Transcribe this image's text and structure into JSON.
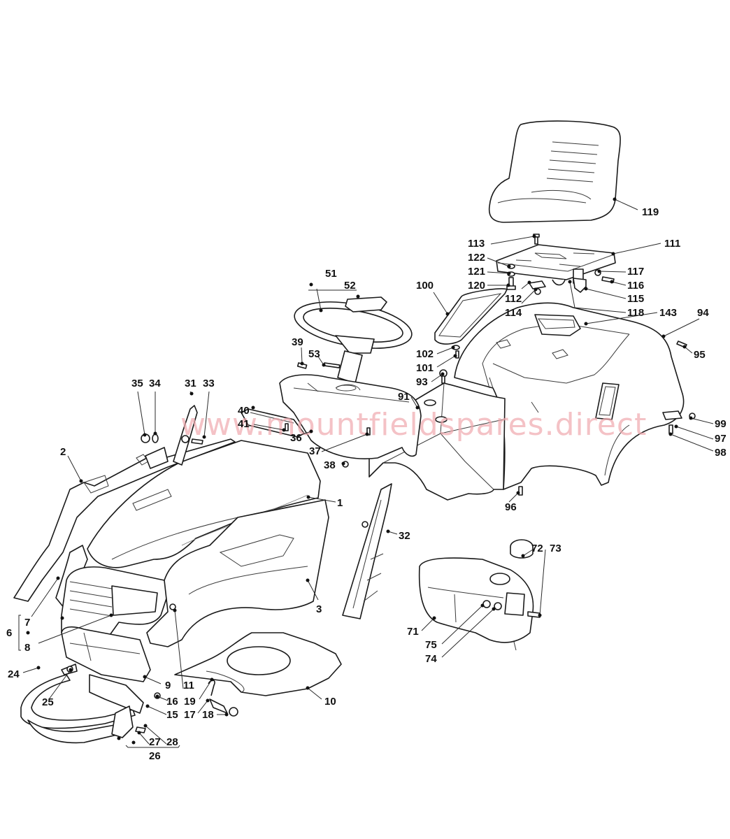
{
  "diagram": {
    "type": "exploded-parts-diagram",
    "subject": "ride-on tractor body, seat and fuel tank assembly",
    "watermark": "www.mountfieldspares.direct",
    "colors": {
      "line": "#1a1a1a",
      "watermark": "#f0a9ae",
      "background": "#ffffff"
    }
  },
  "parts": {
    "p1": "1",
    "p2": "2",
    "p3": "3",
    "p6": "6",
    "p7": "7",
    "p8": "8",
    "p9": "9",
    "p10": "10",
    "p11": "11",
    "p15": "15",
    "p16": "16",
    "p17": "17",
    "p18": "18",
    "p19": "19",
    "p24": "24",
    "p25": "25",
    "p26": "26",
    "p27": "27",
    "p28": "28",
    "p31": "31",
    "p32": "32",
    "p33": "33",
    "p34": "34",
    "p35": "35",
    "p36": "36",
    "p37": "37",
    "p38": "38",
    "p39": "39",
    "p40": "40",
    "p41": "41",
    "p51": "51",
    "p52": "52",
    "p53": "53",
    "p71": "71",
    "p72": "72",
    "p73": "73",
    "p74": "74",
    "p75": "75",
    "p91": "91",
    "p93": "93",
    "p94": "94",
    "p95": "95",
    "p96": "96",
    "p97": "97",
    "p98": "98",
    "p99": "99",
    "p100": "100",
    "p101": "101",
    "p102": "102",
    "p111": "111",
    "p112": "112",
    "p113": "113",
    "p114": "114",
    "p115": "115",
    "p116": "116",
    "p117": "117",
    "p118": "118",
    "p119": "119",
    "p120": "120",
    "p121": "121",
    "p122": "122",
    "p143": "143"
  }
}
